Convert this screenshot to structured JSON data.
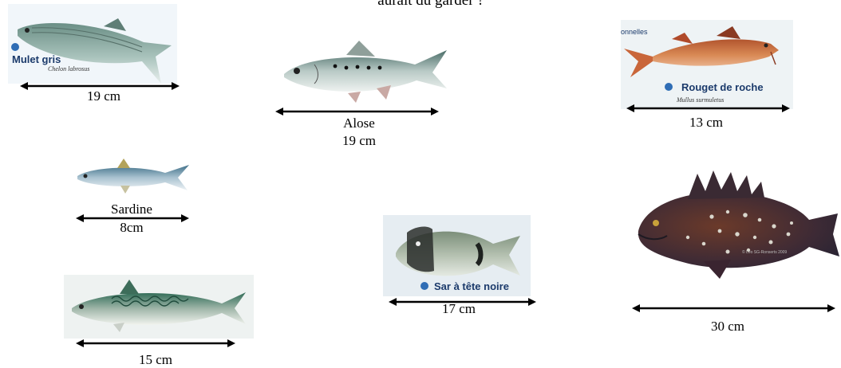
{
  "header": {
    "title_fragment": "aurait dû garder ?"
  },
  "fish": {
    "mulet": {
      "name": "Mulet gris",
      "latin": "Chelon labrosus",
      "size": "19 cm"
    },
    "alose": {
      "name": "Alose",
      "size": "19 cm"
    },
    "rouget": {
      "name": "Rouget de roche",
      "latin": "Mullus surmuletus",
      "corner_text": "onnelles",
      "size": "13 cm"
    },
    "sardine": {
      "name": "Sardine",
      "size": "8cm"
    },
    "sar": {
      "name": "Sar à tête noire",
      "size": "17 cm"
    },
    "maquereau": {
      "size": "15 cm"
    },
    "merou": {
      "size": "30 cm",
      "credit": "© Léo SG-Ronserts 2009"
    }
  },
  "colors": {
    "label_blue": "#1b3a6b",
    "marker_blue": "#2f6db5"
  }
}
